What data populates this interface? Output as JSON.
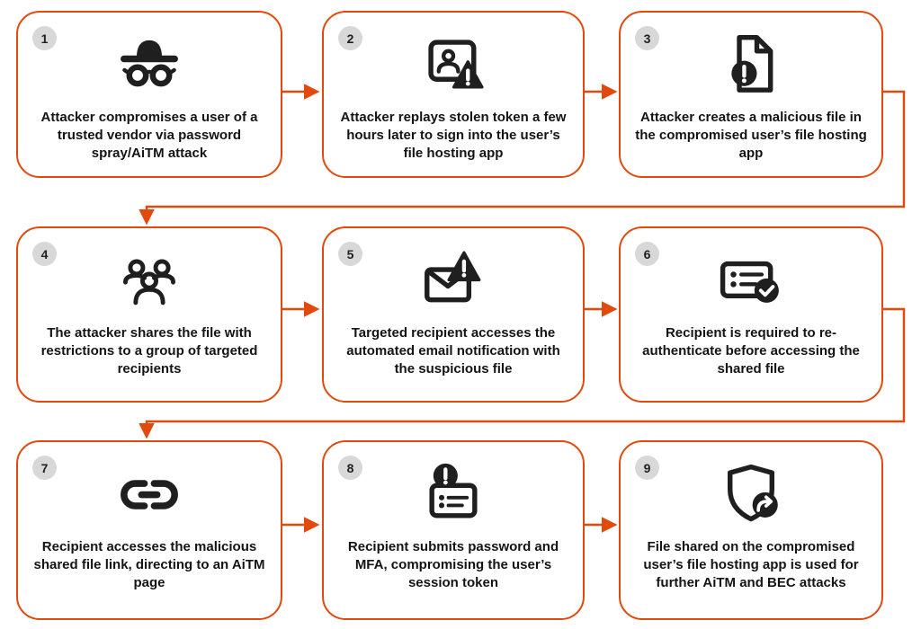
{
  "diagram": {
    "accent_color": "#E2490D",
    "icon_color": "#1F1F1F",
    "badge_color": "#D8D8D8",
    "background_color": "#FFFFFF",
    "steps": [
      {
        "number": "1",
        "icon": "spy-icon",
        "text": "Attacker compromises a user of a trusted vendor via password spray/AiTM attack"
      },
      {
        "number": "2",
        "icon": "stolen-token-signin-icon",
        "text": "Attacker replays stolen token a few hours later to sign into the user’s file hosting app"
      },
      {
        "number": "3",
        "icon": "malicious-file-icon",
        "text": "Attacker creates a malicious file in the compromised user’s file hosting app"
      },
      {
        "number": "4",
        "icon": "recipients-group-icon",
        "text": "The attacker shares the file with restrictions to a group of targeted recipients"
      },
      {
        "number": "5",
        "icon": "suspicious-email-icon",
        "text": "Targeted recipient accesses the automated email notification with the suspicious file"
      },
      {
        "number": "6",
        "icon": "reauthenticate-id-check-icon",
        "text": "Recipient is required to re-authenticate before accessing the shared file"
      },
      {
        "number": "7",
        "icon": "malicious-link-icon",
        "text": "Recipient accesses the malicious shared file link, directing to an AiTM page"
      },
      {
        "number": "8",
        "icon": "compromised-credentials-icon",
        "text": "Recipient submits password and MFA, compromising the user’s session token"
      },
      {
        "number": "9",
        "icon": "shield-share-icon",
        "text": "File shared on the compromised user’s file hosting app is used for further AiTM and BEC attacks"
      }
    ]
  }
}
